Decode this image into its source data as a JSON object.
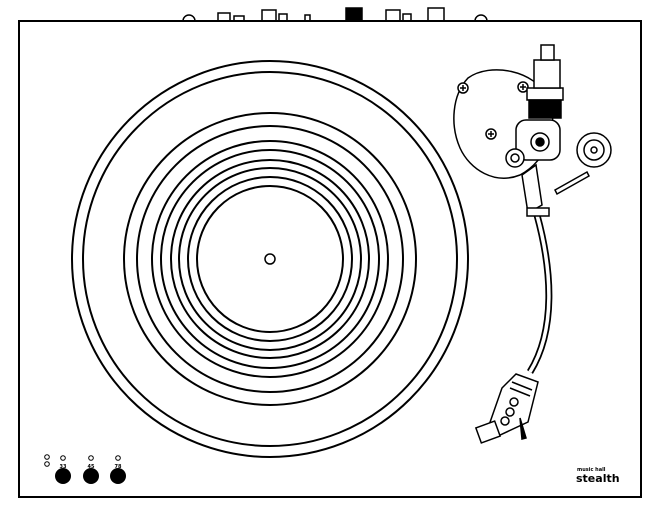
{
  "brand": {
    "maker": "music hall",
    "model": "stealth"
  },
  "speed_buttons": [
    {
      "label": "33"
    },
    {
      "label": "45"
    },
    {
      "label": "78"
    }
  ],
  "colors": {
    "line": "#000000",
    "background": "#ffffff"
  }
}
